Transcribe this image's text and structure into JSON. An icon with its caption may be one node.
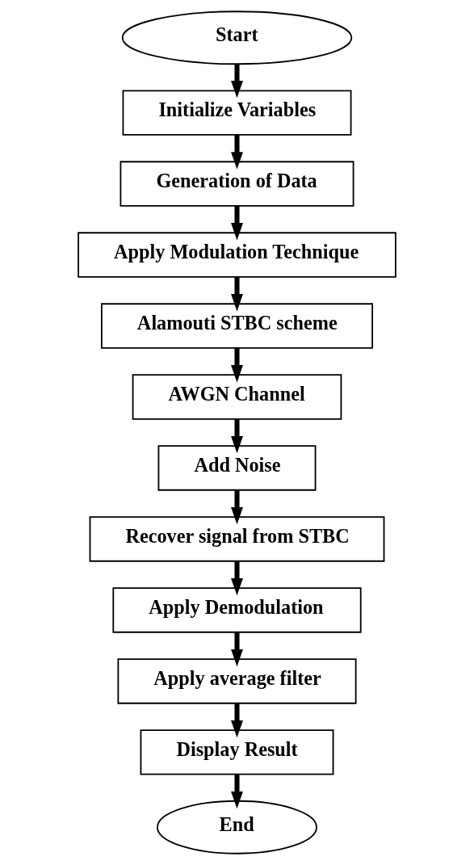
{
  "diagram": {
    "nodes": [
      {
        "text": [
          "Start"
        ]
      },
      {
        "text": [
          "Initialize Variables"
        ]
      },
      {
        "text": [
          "Generation of Data"
        ]
      },
      {
        "text": [
          "Apply Modulation Technique"
        ]
      },
      {
        "text": [
          "Alamouti STBC scheme"
        ]
      },
      {
        "text": [
          "AWGN Channel"
        ]
      },
      {
        "text": [
          "Add Noise"
        ]
      },
      {
        "text": [
          "Recover signal from STBC"
        ]
      },
      {
        "text": [
          "Apply Demodulation"
        ]
      },
      {
        "text": [
          "Apply average filter"
        ]
      },
      {
        "text": [
          "Display Result"
        ]
      },
      {
        "text": [
          "End"
        ]
      }
    ],
    "edges": [
      {
        "from": 0,
        "to": 1,
        "arrow": "to"
      },
      {
        "from": 1,
        "to": 2,
        "arrow": "to"
      },
      {
        "from": 2,
        "to": 3,
        "arrow": "to"
      },
      {
        "from": 3,
        "to": 4,
        "arrow": "to"
      },
      {
        "from": 4,
        "to": 5,
        "arrow": "to"
      },
      {
        "from": 5,
        "to": 6,
        "arrow": "to"
      },
      {
        "from": 6,
        "to": 7,
        "arrow": "to"
      },
      {
        "from": 7,
        "to": 8,
        "arrow": "to"
      },
      {
        "from": 8,
        "to": 9,
        "arrow": "to"
      },
      {
        "from": 9,
        "to": 10,
        "arrow": "to"
      },
      {
        "from": 10,
        "to": 11,
        "arrow": "to"
      }
    ]
  }
}
